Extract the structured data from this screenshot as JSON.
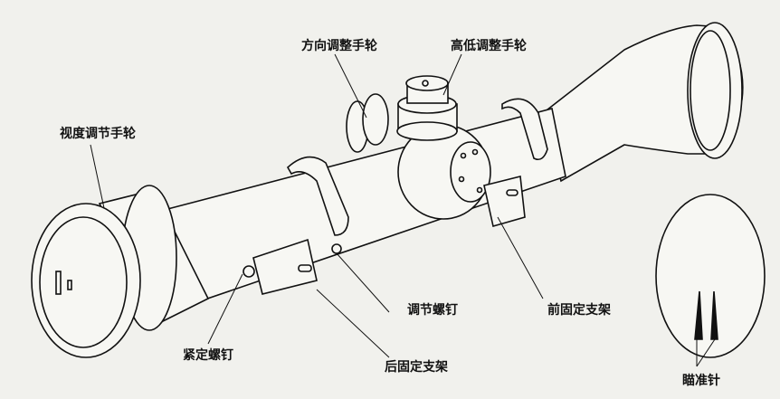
{
  "labels": {
    "windage_knob": "方向调整手轮",
    "elevation_knob": "高低调整手轮",
    "diopter_knob": "视度调节手轮",
    "adjusting_screw": "调节螺钉",
    "front_mount": "前固定支架",
    "locking_screw": "紧定螺钉",
    "rear_mount": "后固定支架",
    "aiming_post": "瞄准针"
  },
  "colors": {
    "ink": "#111111",
    "paper": "#f1f1ed"
  }
}
